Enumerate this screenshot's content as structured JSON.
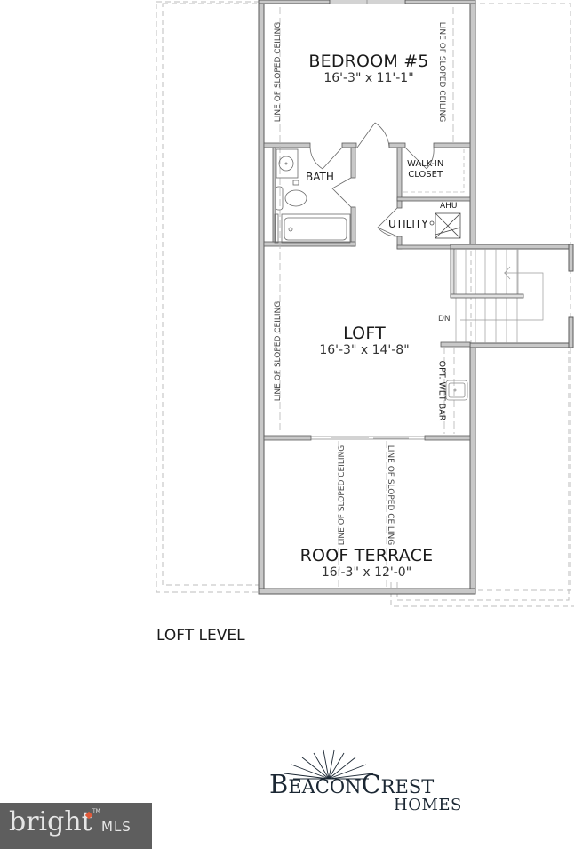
{
  "level_title": "LOFT LEVEL",
  "rooms": {
    "bedroom": {
      "name": "BEDROOM #5",
      "dims": "16'-3\" x 11'-1\""
    },
    "bath": {
      "name": "BATH"
    },
    "walk_in_closet": {
      "line1": "WALK-IN",
      "line2": "CLOSET"
    },
    "utility": {
      "name": "UTILITY",
      "equipment": "AHU"
    },
    "loft": {
      "name": "LOFT",
      "dims": "16'-3\" x 14'-8\""
    },
    "roof_terrace": {
      "name": "ROOF TERRACE",
      "dims": "16'-3\" x 12'-0\""
    }
  },
  "annotations": {
    "sloped_ceiling": "LINE OF SLOPED CEILING",
    "wet_bar": "OPT. WET BAR",
    "stair_down": "DN"
  },
  "builder_logo": {
    "part1_cap": "B",
    "part1_rest": "EACON",
    "part2_cap": "C",
    "part2_rest": "REST",
    "sub": "HOMES"
  },
  "mls_logo": {
    "word": "bright",
    "suffix": "MLS",
    "tm": "TM"
  },
  "colors": {
    "wall": "#8c8c8c",
    "wall_fill": "#c8c8c8",
    "dashed": "#b5b5b5",
    "logo_navy": "#1b2733",
    "mls_bg": "#5e5e5e",
    "mls_accent": "#e05a3a"
  }
}
